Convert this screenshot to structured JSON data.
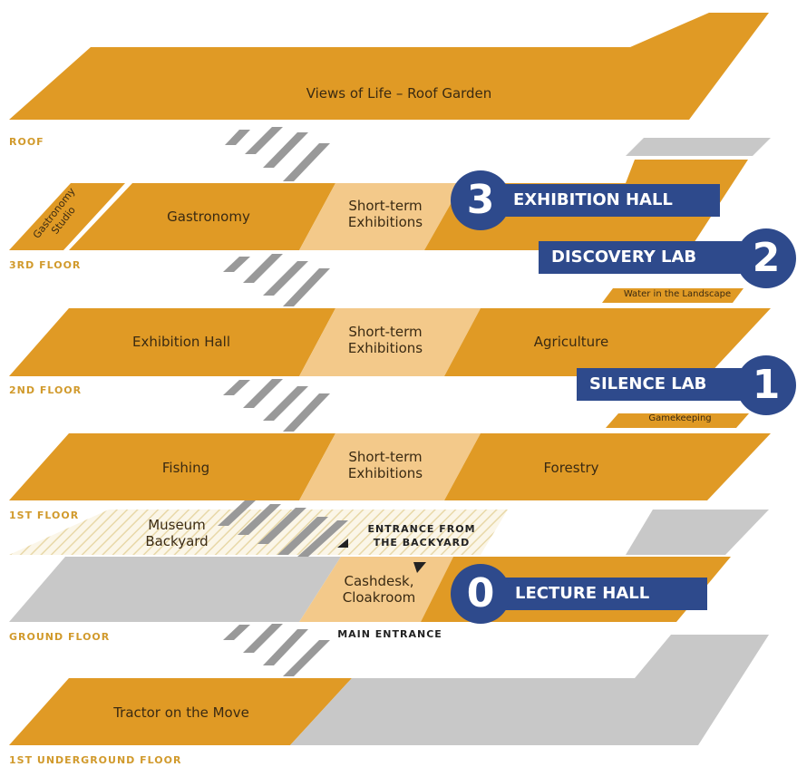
{
  "floors": {
    "roof": "ROOF",
    "third": "3RD FLOOR",
    "second": "2ND FLOOR",
    "first": "1ST FLOOR",
    "ground": "GROUND FLOOR",
    "underground": "1ST UNDERGROUND FLOOR"
  },
  "roof": {
    "title": "Views of Life – Roof Garden"
  },
  "third": {
    "studio_line1": "Gastronomy",
    "studio_line2": "Studio",
    "gastronomy": "Gastronomy",
    "short_term_1": "Short-term",
    "short_term_2": "Exhibitions",
    "water": "Water in the Landscape"
  },
  "second": {
    "exhibition_hall": "Exhibition Hall",
    "short_term_1": "Short-term",
    "short_term_2": "Exhibitions",
    "agriculture": "Agriculture",
    "gamekeeping": "Gamekeeping"
  },
  "first": {
    "fishing": "Fishing",
    "short_term_1": "Short-term",
    "short_term_2": "Exhibitions",
    "forestry": "Forestry"
  },
  "ground": {
    "backyard_1": "Museum",
    "backyard_2": "Backyard",
    "entrance_backyard_1": "ENTRANCE FROM",
    "entrance_backyard_2": "THE BACKYARD",
    "cashdesk_1": "Cashdesk,",
    "cashdesk_2": "Cloakroom",
    "main_entrance": "MAIN ENTRANCE"
  },
  "underground": {
    "tractor": "Tractor on the Move"
  },
  "labs": {
    "exhibition": {
      "number": "3",
      "label": "EXHIBITION HALL"
    },
    "discovery": {
      "number": "2",
      "label": "DISCOVERY LAB"
    },
    "silence": {
      "number": "1",
      "label": "SILENCE LAB"
    },
    "lecture": {
      "number": "0",
      "label": "LECTURE HALL"
    }
  },
  "colors": {
    "orange": "#e09a25",
    "light_orange": "#f3c98a",
    "gray": "#c8c8c8",
    "stairs": "#999999",
    "navy": "#2e4a8c",
    "floor_label": "#d19a2c"
  }
}
